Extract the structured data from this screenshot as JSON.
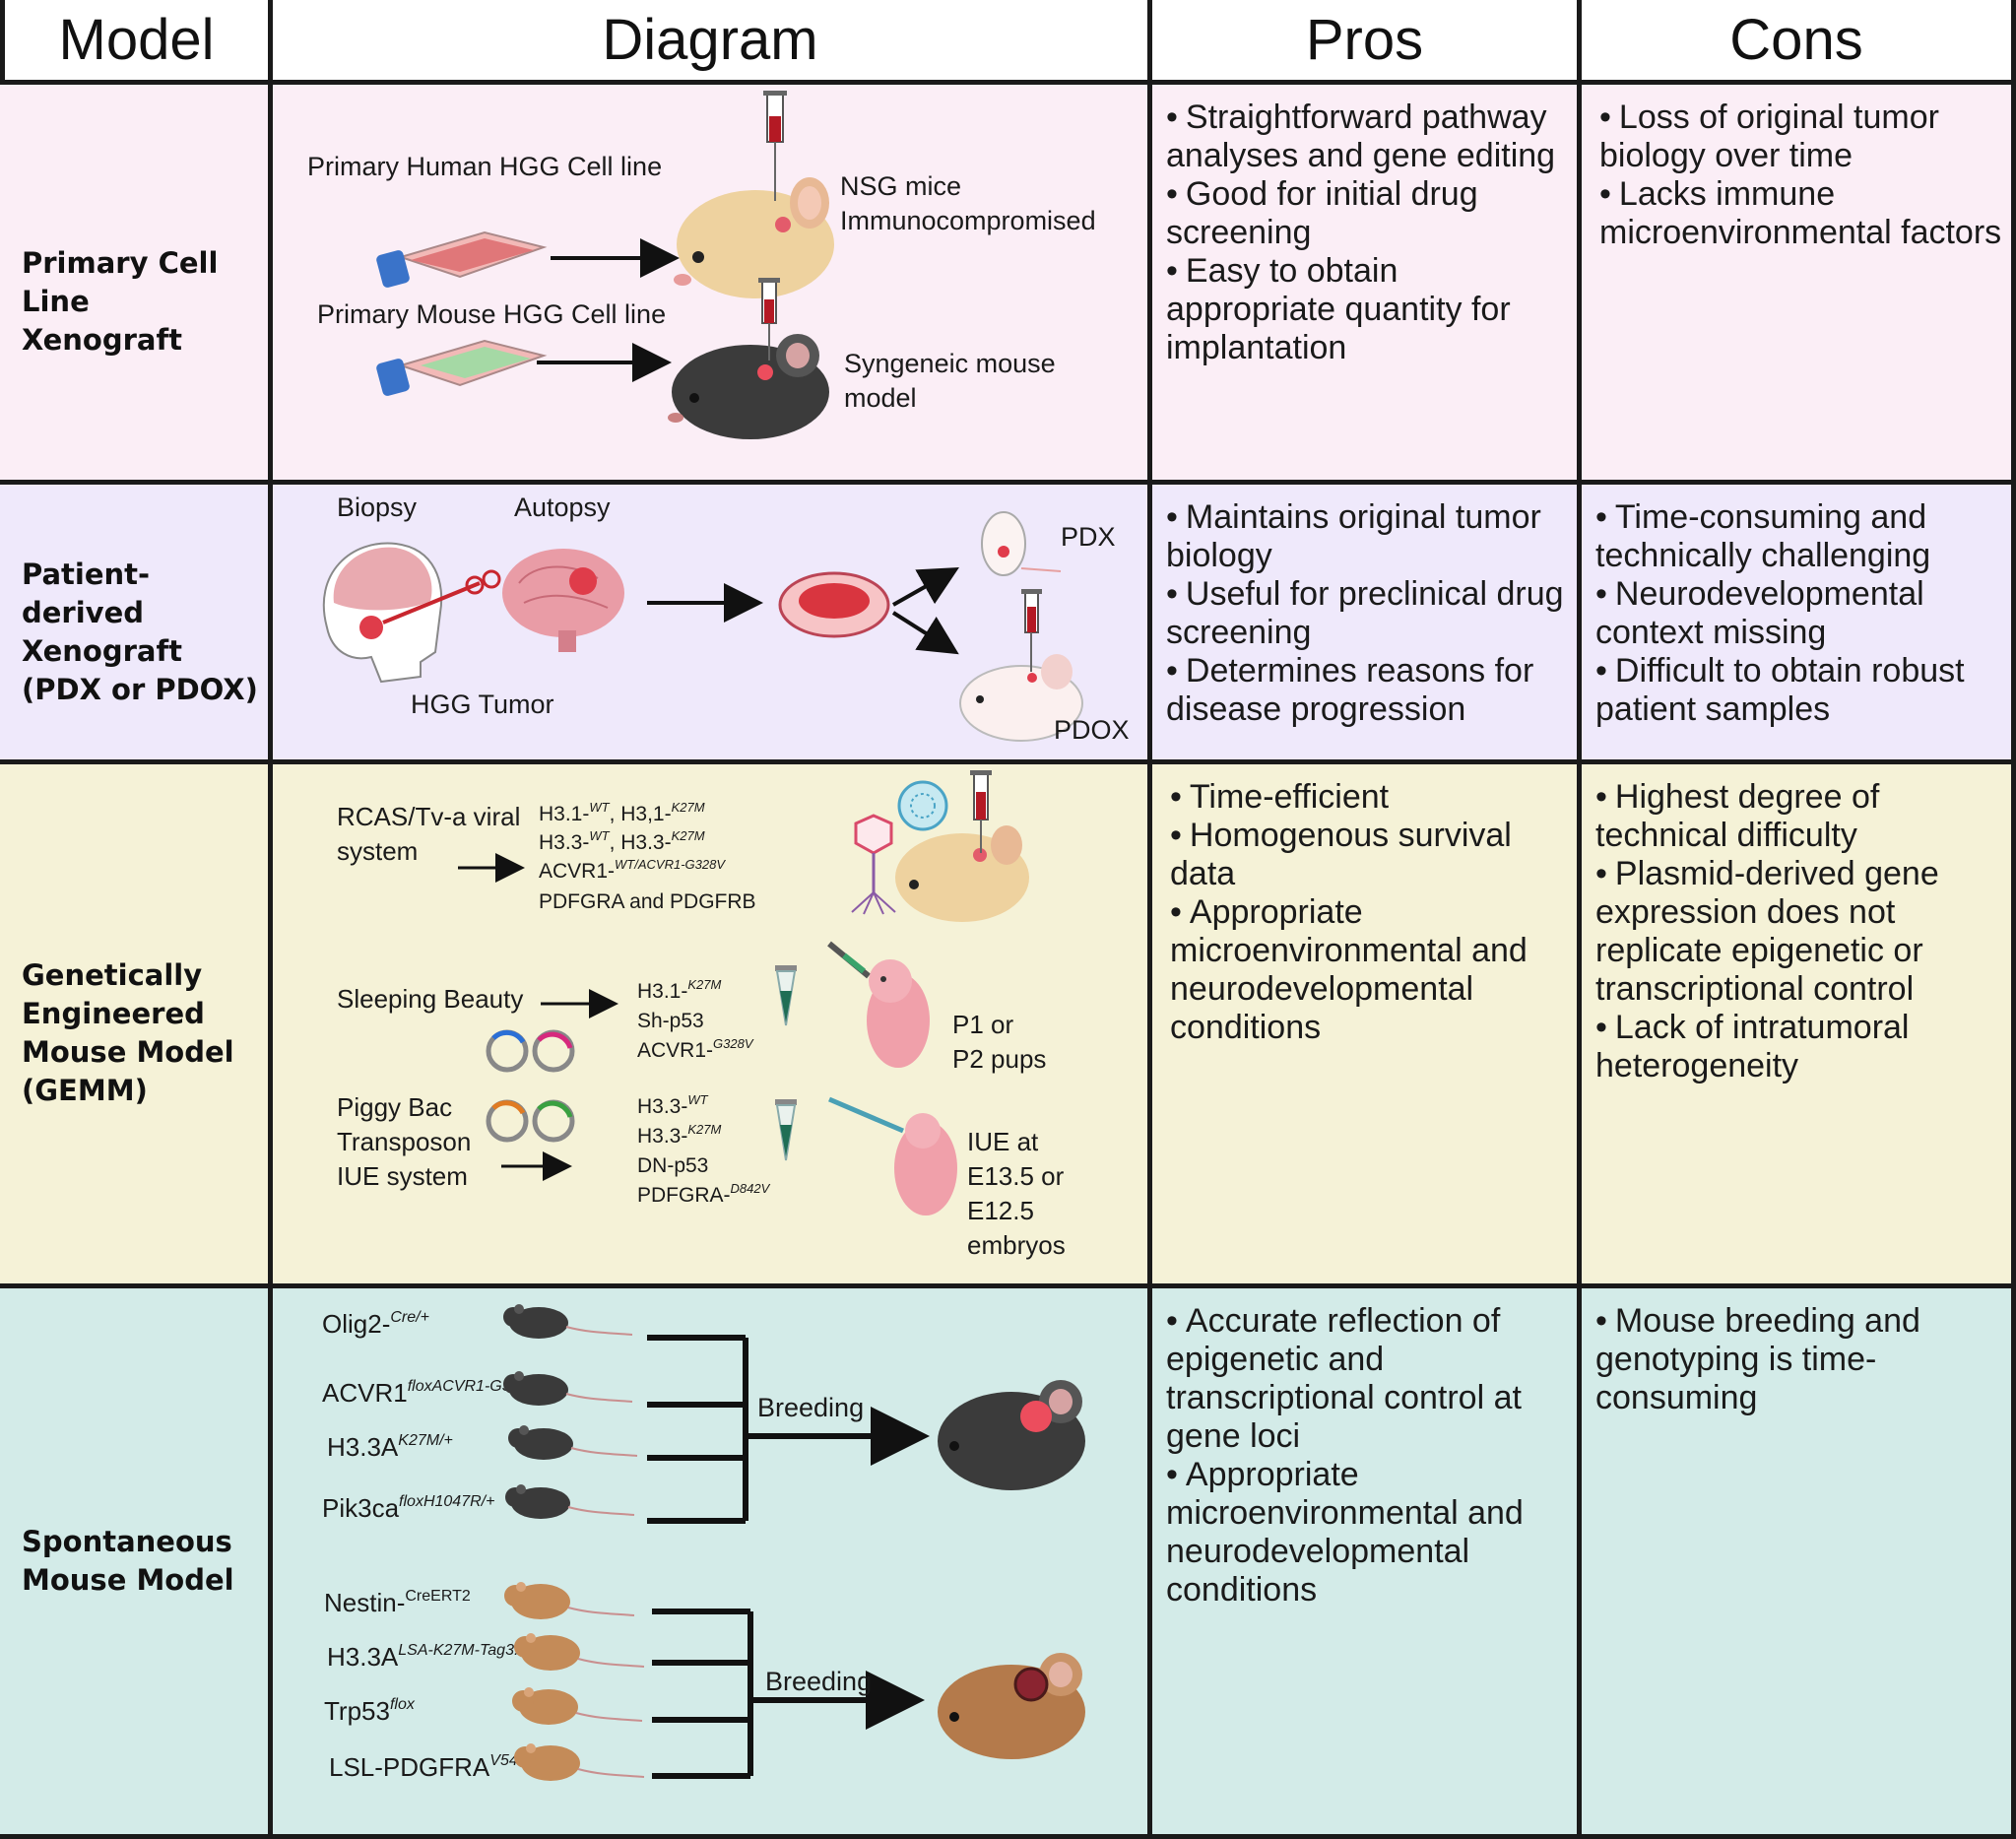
{
  "header": {
    "model": "Model",
    "diagram": "Diagram",
    "pros": "Pros",
    "cons": "Cons"
  },
  "rows": [
    {
      "model_line1": "Primary Cell Line",
      "model_line2": "Xenograft",
      "diagram": {
        "human_line": "Primary Human HGG Cell line",
        "nsg_1": "NSG mice",
        "nsg_2": "Immunocompromised",
        "mouse_line": "Primary Mouse HGG Cell line",
        "syn_1": "Syngeneic mouse",
        "syn_2": "model"
      },
      "pros": [
        "Straightforward pathway analyses and gene editing",
        "Good for initial drug screening",
        "Easy to obtain appropriate quantity for implantation"
      ],
      "cons": [
        "Loss of original tumor biology over time",
        "Lacks immune microenvironmental factors"
      ]
    },
    {
      "model_line1": "Patient-derived",
      "model_line2": "Xenograft",
      "model_line3": "(PDX or PDOX)",
      "diagram": {
        "biopsy": "Biopsy",
        "autopsy": "Autopsy",
        "tumor": "HGG Tumor",
        "pdx": "PDX",
        "pdox": "PDOX"
      },
      "pros": [
        "Maintains original tumor biology",
        "Useful for preclinical drug screening",
        "Determines reasons for disease progression"
      ],
      "cons": [
        "Time-consuming and technically challenging",
        "Neurodevelopmental context missing",
        "Difficult to obtain robust patient samples"
      ]
    },
    {
      "model_line1": "Genetically",
      "model_line2": "Engineered",
      "model_line3": "Mouse Model",
      "model_line4": "(GEMM)",
      "diagram": {
        "rcas_1": "RCAS/Tv-a viral",
        "rcas_2": "system",
        "rcas_g1": "H3.1-",
        "rcas_g1_sup": "WT",
        "rcas_g1b": ", H3,1-",
        "rcas_g1b_sup": "K27M",
        "rcas_g2": "H3.3-",
        "rcas_g2_sup": "WT",
        "rcas_g2b": ", H3.3-",
        "rcas_g2b_sup": "K27M",
        "rcas_g3": "ACVR1-",
        "rcas_g3_sup": "WT/ACVR1-G328V",
        "rcas_g4": "PDFGRA and PDGFRB",
        "sb": "Sleeping Beauty",
        "sb_g1": "H3.1-",
        "sb_g1_sup": "K27M",
        "sb_g2": "Sh-p53",
        "sb_g3": "ACVR1-",
        "sb_g3_sup": "G328V",
        "p1_1": "P1 or",
        "p1_2": "P2 pups",
        "pb_1": "Piggy Bac",
        "pb_2": "Transposon",
        "pb_3": "IUE system",
        "pb_g1": "H3.3-",
        "pb_g1_sup": "WT",
        "pb_g2": "H3.3-",
        "pb_g2_sup": "K27M",
        "pb_g3": "DN-p53",
        "pb_g4": "PDFGRA-",
        "pb_g4_sup": "D842V",
        "iue_1": "IUE at",
        "iue_2": "E13.5 or",
        "iue_3": "E12.5",
        "iue_4": "embryos"
      },
      "pros": [
        "Time-efficient",
        "Homogenous survival data",
        "Appropriate microenvironmental and neurodevelopmental conditions"
      ],
      "cons": [
        "Highest degree of technical difficulty",
        "Plasmid-derived gene expression does not replicate epigenetic or transcriptional control",
        "Lack of intratumoral heterogeneity"
      ]
    },
    {
      "model_line1": "Spontaneous",
      "model_line2": "Mouse Model",
      "diagram": {
        "g1": "Olig2-",
        "g1_sup": "Cre/+",
        "g2": "ACVR1",
        "g2_sup": "floxACVR1-G328V/+",
        "g3": "H3.3A",
        "g3_sup": "K27M/+",
        "g4": "Pik3ca",
        "g4_sup": "floxH1047R/+",
        "breeding_1": "Breeding",
        "g5": "Nestin-",
        "g5_sup": "CreERT2",
        "g6": "H3.3A",
        "g6_sup": "LSA-K27M-Tag3.3A/+",
        "g7": "Trp53",
        "g7_sup": "flox",
        "g8": "LSL-PDGFRA",
        "g8_sup": "V544INS",
        "breeding_2": "Breeding"
      },
      "pros": [
        "Accurate reflection of epigenetic and transcriptional control at gene loci",
        "Appropriate microenvironmental and neurodevelopmental conditions"
      ],
      "cons": [
        "Mouse breeding and genotyping is time-consuming"
      ]
    }
  ],
  "colors": {
    "pink_row": "#fbeef6",
    "purple_row": "#efe9fb",
    "yellow_row": "#f5f2d7",
    "teal_row": "#d3ebe8",
    "border": "#1a1a1a"
  }
}
